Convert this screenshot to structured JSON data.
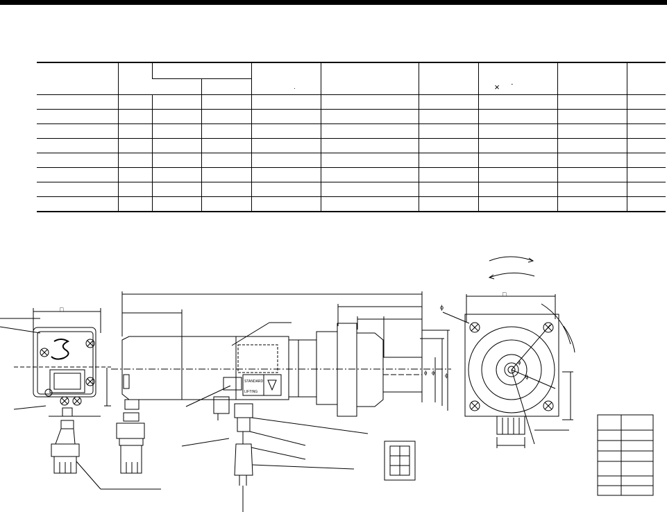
{
  "drawing": {
    "label_plate_lines": [
      "STANDARD",
      "LIFTING"
    ],
    "glyphs": {
      "square_mark": "□",
      "phi_mark": "ϕ",
      "cross_mark": "×",
      "dash_mark": "-",
      "dot_mark": "·"
    }
  },
  "colors": {
    "line": "#000000",
    "background": "#ffffff"
  }
}
